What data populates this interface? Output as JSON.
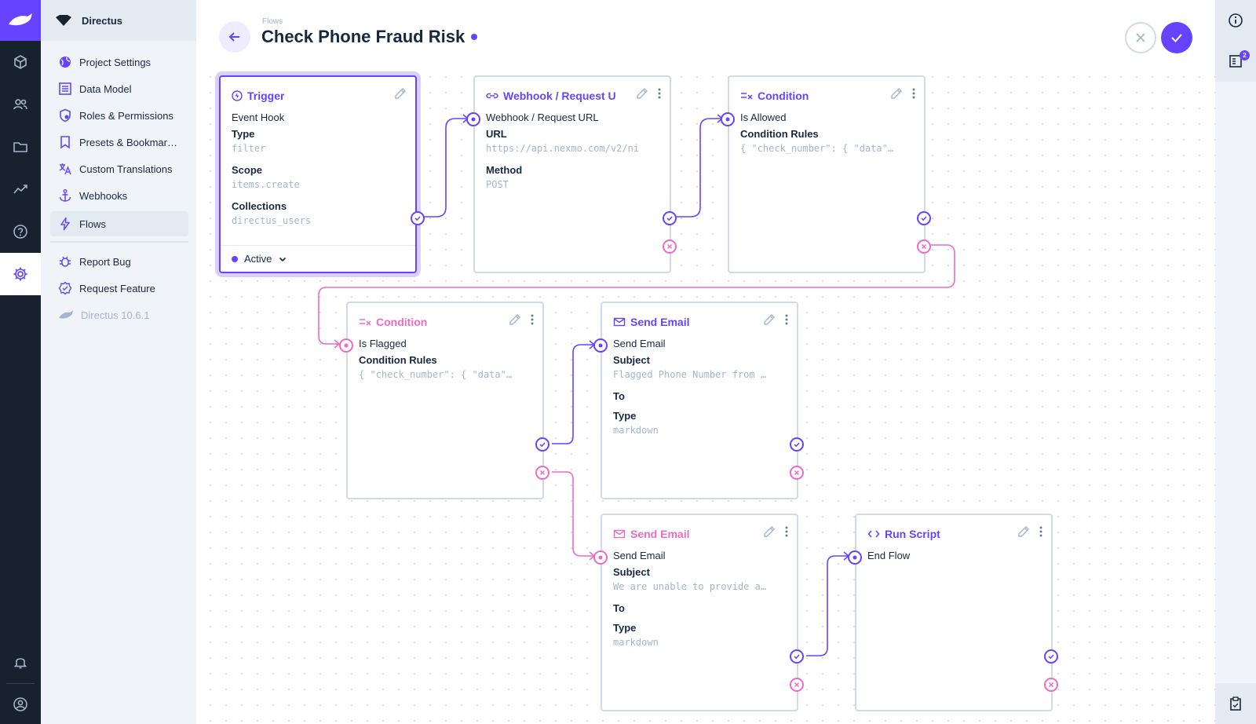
{
  "app": {
    "name": "Directus",
    "version": "Directus 10.6.1"
  },
  "sidebar": {
    "items": [
      {
        "label": "Project Settings",
        "icon": "globe-icon"
      },
      {
        "label": "Data Model",
        "icon": "list-alt-icon"
      },
      {
        "label": "Roles & Permissions",
        "icon": "shield-icon"
      },
      {
        "label": "Presets & Bookmar…",
        "icon": "bookmark-icon"
      },
      {
        "label": "Custom Translations",
        "icon": "translate-icon"
      },
      {
        "label": "Webhooks",
        "icon": "anchor-icon"
      },
      {
        "label": "Flows",
        "icon": "bolt-icon"
      },
      {
        "label": "Report Bug",
        "icon": "bug-icon"
      },
      {
        "label": "Request Feature",
        "icon": "new-releases-icon"
      }
    ]
  },
  "header": {
    "breadcrumb": "Flows",
    "title": "Check Phone Fraud Risk"
  },
  "right_rail": {
    "badge_count": "2"
  },
  "flow": {
    "trigger": {
      "title": "Trigger",
      "type_name": "Event Hook",
      "fields": [
        {
          "label": "Type",
          "value": "filter"
        },
        {
          "label": "Scope",
          "value": "items.create"
        },
        {
          "label": "Collections",
          "value": "directus_users"
        }
      ],
      "status": "Active"
    },
    "webhook": {
      "title": "Webhook / Request U",
      "op_name": "Webhook / Request URL",
      "fields": [
        {
          "label": "URL",
          "value": "https://api.nexmo.com/v2/ni"
        },
        {
          "label": "Method",
          "value": "POST"
        }
      ]
    },
    "condition1": {
      "title": "Condition",
      "op_name": "Is Allowed",
      "fields": [
        {
          "label": "Condition Rules",
          "value": "{ \"check_number\": { \"data\"…"
        }
      ]
    },
    "condition2": {
      "title": "Condition",
      "op_name": "Is Flagged",
      "fields": [
        {
          "label": "Condition Rules",
          "value": "{ \"check_number\": { \"data\"…"
        }
      ]
    },
    "email1": {
      "title": "Send Email",
      "op_name": "Send Email",
      "fields": [
        {
          "label": "Subject",
          "value": "Flagged Phone Number from …"
        },
        {
          "label": "To",
          "value": ""
        },
        {
          "label": "Type",
          "value": "markdown"
        }
      ]
    },
    "email2": {
      "title": "Send Email",
      "op_name": "Send Email",
      "fields": [
        {
          "label": "Subject",
          "value": "We are unable to provide a…"
        },
        {
          "label": "To",
          "value": ""
        },
        {
          "label": "Type",
          "value": "markdown"
        }
      ]
    },
    "script": {
      "title": "Run Script",
      "op_name": "End Flow"
    }
  },
  "colors": {
    "accent": "#6644ff",
    "reject": "#ea6cc6",
    "rail": "#18222f",
    "nav_bg": "#f0f4f9"
  }
}
